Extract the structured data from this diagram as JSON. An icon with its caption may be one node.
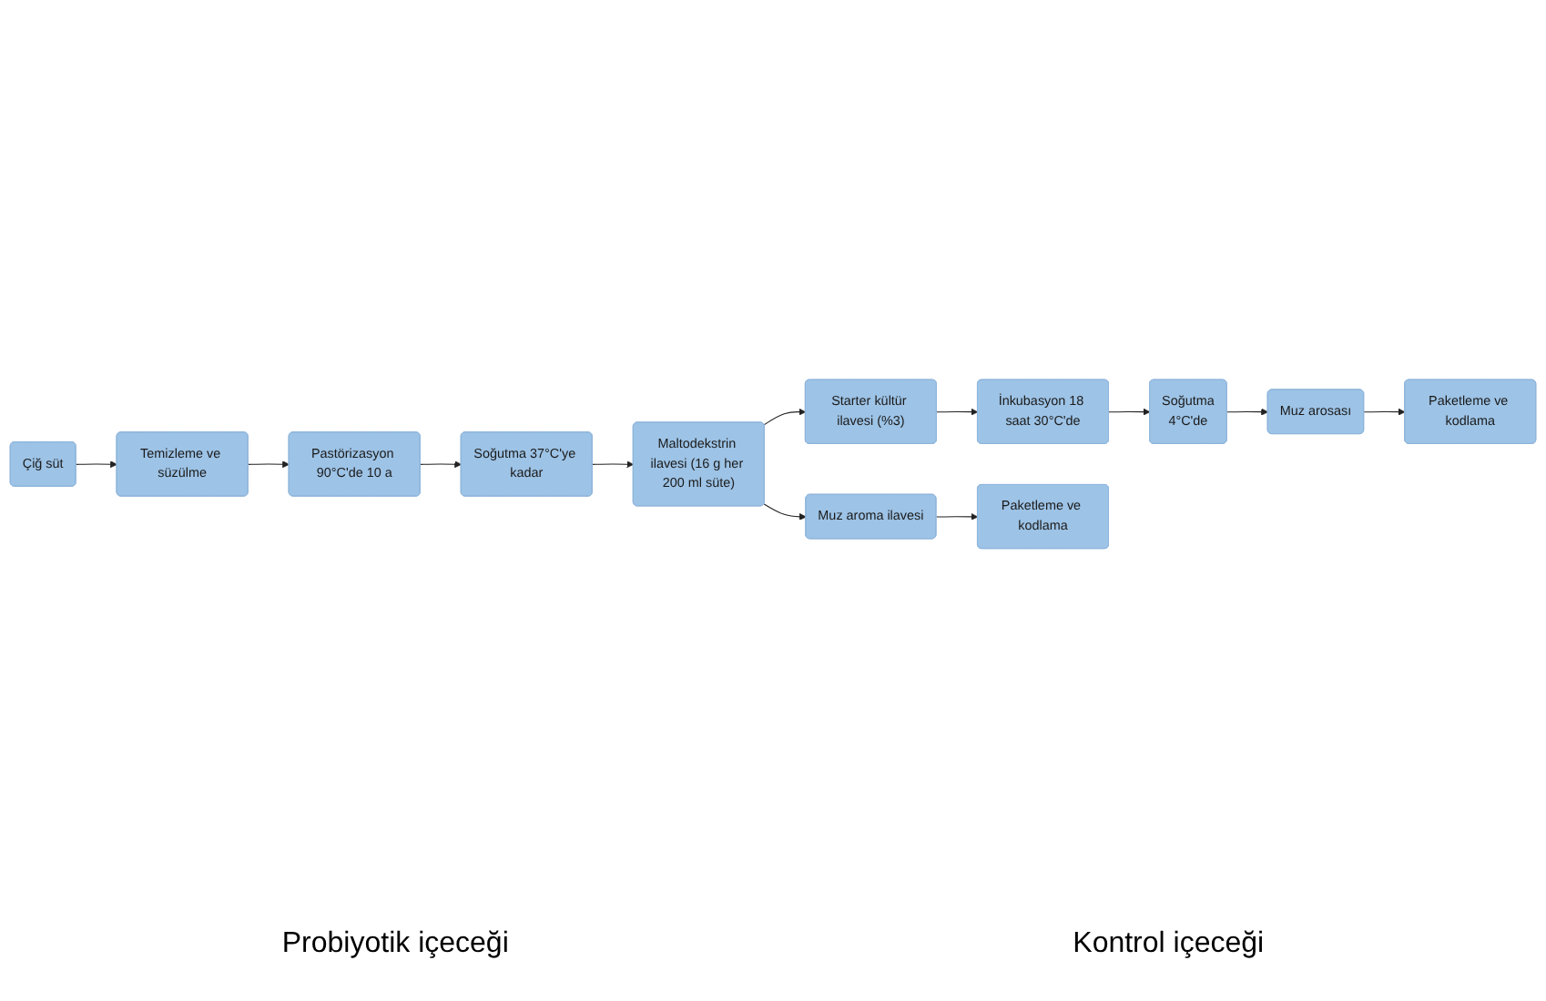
{
  "diagram": {
    "nodes": [
      {
        "text": [
          "Çiğ süt"
        ]
      },
      {
        "text": [
          "Temizleme ve süzülme"
        ]
      },
      {
        "text": [
          "Pastörizasyon 90°C'de 10 a"
        ]
      },
      {
        "text": [
          "Soğutma 37°C'ye kadar"
        ]
      },
      {
        "text": [
          "Maltodekstrin ilavesi (16 g her 200 ml süte)"
        ]
      },
      {
        "text": [
          "Soğutma",
          "4°C'de"
        ]
      },
      {
        "text": [
          "İnkubasyon 18 saat 30°C'de"
        ]
      },
      {
        "text": [
          "Starter kültür ilavesi (%3)"
        ]
      },
      {
        "text": [
          "Muz aroma ilavesi"
        ]
      },
      {
        "text": [
          "Muz arosası"
        ]
      },
      {
        "text": [
          "Paketleme ve kodlama"
        ]
      },
      {
        "text": [
          "Paketleme ve kodlama"
        ]
      }
    ],
    "edges": [
      {
        "from": 0,
        "to": 1,
        "arrow": "to"
      },
      {
        "from": 1,
        "to": 2,
        "arrow": "to"
      },
      {
        "from": 2,
        "to": 3,
        "arrow": "to"
      },
      {
        "from": 3,
        "to": 4,
        "arrow": "to"
      },
      {
        "from": 4,
        "to": 7,
        "arrow": "to"
      },
      {
        "from": 4,
        "to": 8,
        "arrow": "to"
      },
      {
        "from": 7,
        "to": 6,
        "arrow": "to"
      },
      {
        "from": 6,
        "to": 5,
        "arrow": "to"
      },
      {
        "from": 5,
        "to": 9,
        "arrow": "to"
      },
      {
        "from": 9,
        "to": 10,
        "arrow": "to"
      },
      {
        "from": 8,
        "to": 11,
        "arrow": "to"
      }
    ],
    "labels": [
      "Probiyotik içeceği",
      "Kontrol içeceği"
    ]
  }
}
